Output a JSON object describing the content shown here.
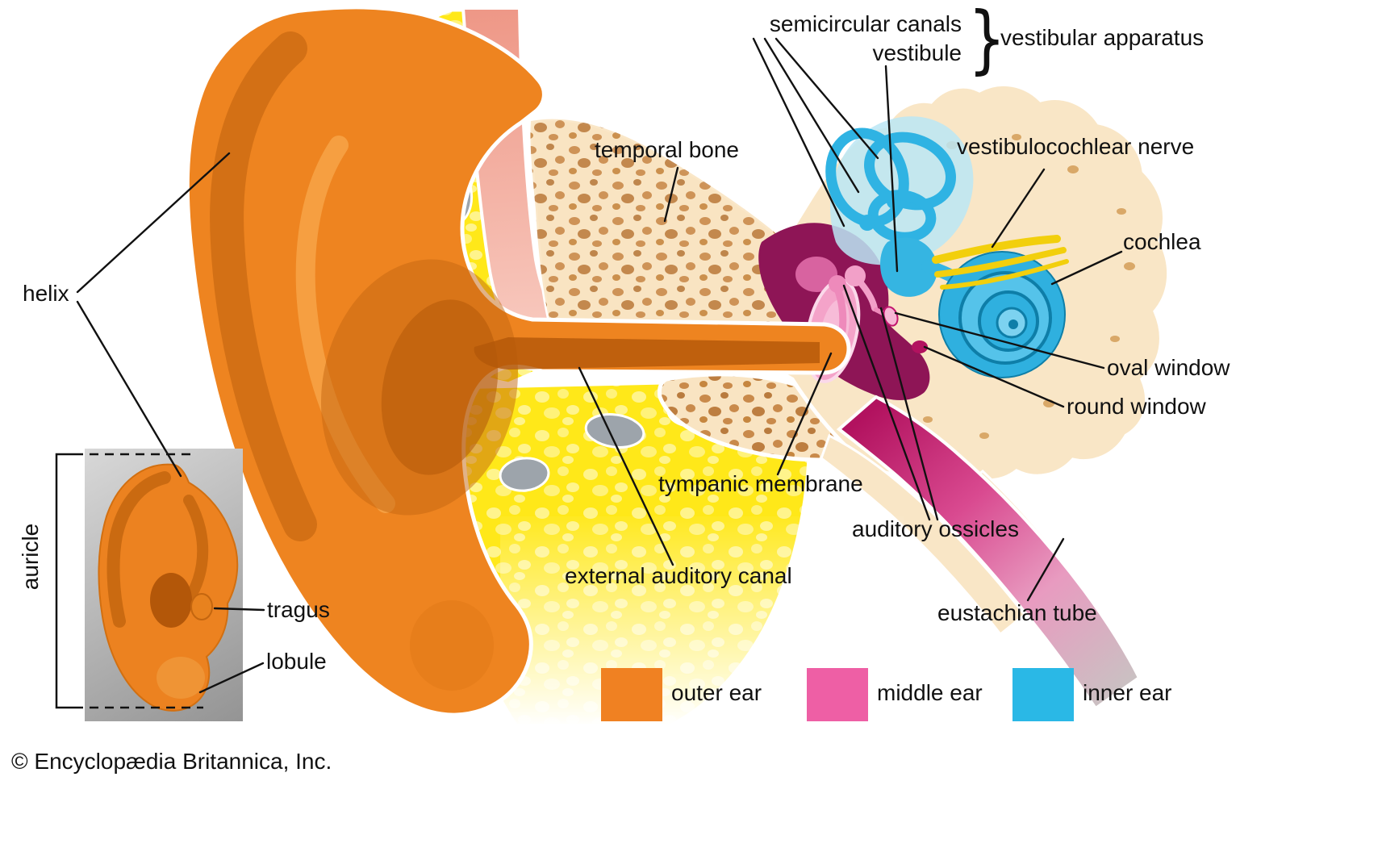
{
  "figure": {
    "type": "anatomical-diagram",
    "subject": "Structures of the human ear (cross section with auricle inset)",
    "copyright": "© Encyclopædia Britannica, Inc."
  },
  "labels": {
    "semicircular_canals": "semicircular canals",
    "vestibule": "vestibule",
    "vestibular_apparatus": "vestibular apparatus",
    "temporal_bone": "temporal bone",
    "vestibulocochlear_nerve": "vestibulocochlear nerve",
    "cochlea": "cochlea",
    "oval_window": "oval window",
    "round_window": "round window",
    "helix": "helix",
    "tympanic_membrane": "tympanic membrane",
    "auditory_ossicles": "auditory ossicles",
    "external_auditory_canal": "external auditory canal",
    "eustachian_tube": "eustachian tube",
    "tragus": "tragus",
    "lobule": "lobule",
    "auricle": "auricle",
    "brace": "}"
  },
  "legend": {
    "items": [
      {
        "label": "outer ear",
        "color": "#F08122"
      },
      {
        "label": "middle ear",
        "color": "#EE5FA5"
      },
      {
        "label": "inner ear",
        "color": "#2AB8E6"
      }
    ]
  },
  "colors": {
    "outer_ear": "#F08122",
    "middle_ear": "#EE5FA5",
    "inner_ear": "#2AB8E6",
    "middle_ear_cavity": "#8E1556",
    "bone": "#F9E4C2",
    "fat": "#FFE819",
    "nerve": "#F2CF0C",
    "eustachian": "#C2156E"
  }
}
